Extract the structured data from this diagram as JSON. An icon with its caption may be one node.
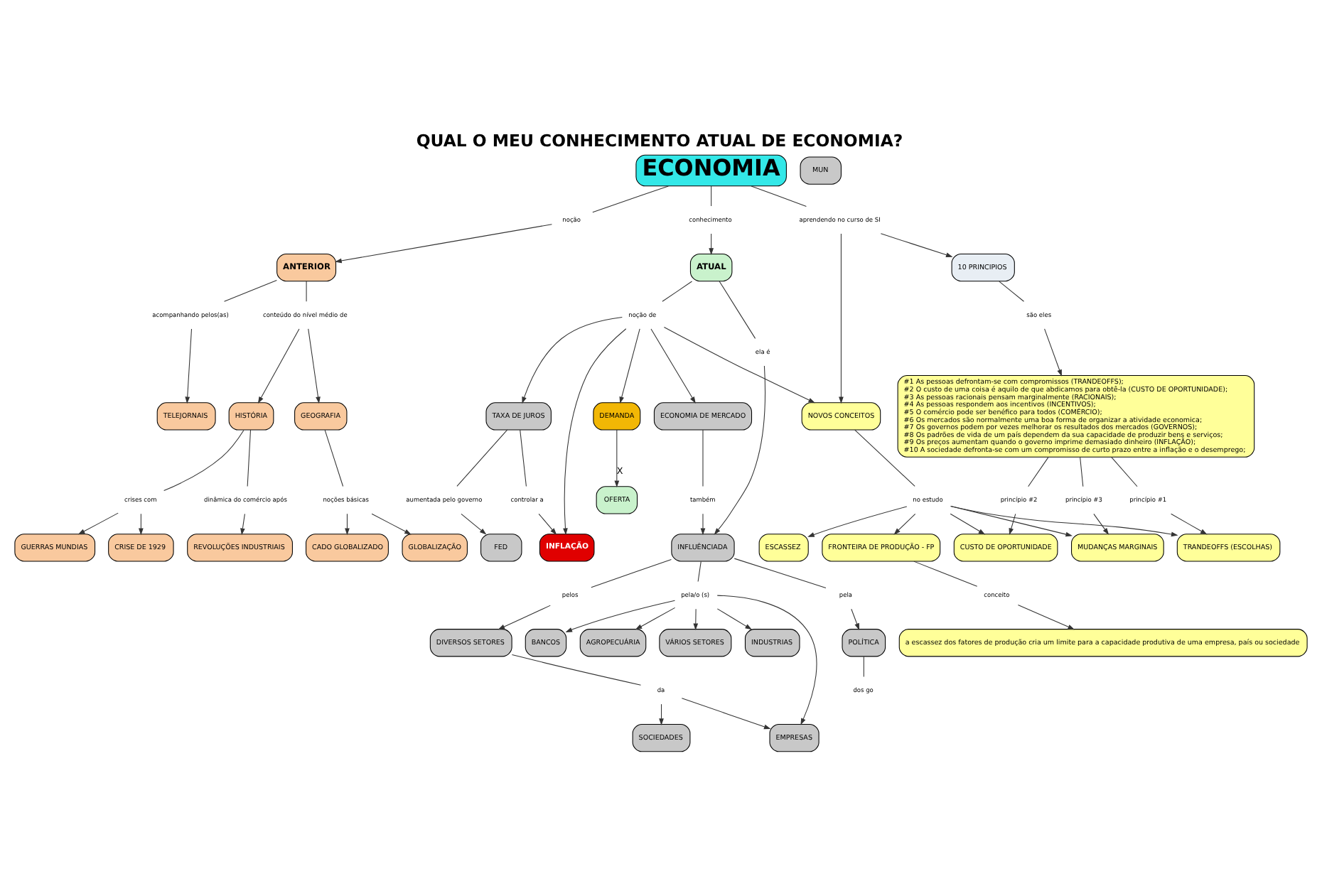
{
  "diagram": {
    "title": "QUAL O MEU CONHECIMENTO ATUAL DE ECONOMIA?",
    "nodes": [
      {
        "text": [
          "ECONOMIA"
        ]
      },
      {
        "text": [
          "noção"
        ]
      },
      {
        "text": [
          "conhecimento"
        ]
      },
      {
        "text": [
          "ANTERIOR"
        ]
      },
      {
        "text": [
          "ATUAL"
        ]
      },
      {
        "text": [
          "acompanhando pelos(as)"
        ]
      },
      {
        "text": [
          "TELEJORNAIS"
        ]
      },
      {
        "text": [
          "conteúdo do nível médio de"
        ]
      },
      {
        "text": [
          "GEOGRAFIA"
        ]
      },
      {
        "text": [
          "noções básicas"
        ]
      },
      {
        "text": [
          "GLOBALIZAÇÃO"
        ]
      },
      {
        "text": [
          "CADO GLOBALIZADO"
        ]
      },
      {
        "text": [
          "HISTÓRIA"
        ]
      },
      {
        "text": [
          "dinâmica do comércio após"
        ]
      },
      {
        "text": [
          "REVOLUÇÕES INDUSTRIAIS"
        ]
      },
      {
        "text": [
          "crises com"
        ]
      },
      {
        "text": [
          "CRISE DE 1929"
        ]
      },
      {
        "text": [
          "GUERRAS MUNDIAS"
        ]
      },
      {
        "text": [
          "aprendendo no curso de SI"
        ]
      },
      {
        "text": [
          "10 PRINCIPIOS"
        ]
      },
      {
        "text": [
          "NOVOS CONCEITOS"
        ]
      },
      {
        "text": [
          "no estudo"
        ]
      },
      {
        "text": [
          "ESCASSEZ"
        ]
      },
      {
        "text": [
          "TRANDEOFFS (ESCOLHAS)"
        ]
      },
      {
        "text": [
          "FRONTEIRA DE PRODUÇÃO - FP"
        ]
      },
      {
        "text": [
          "MUDANÇAS MARGINAIS"
        ]
      },
      {
        "text": [
          "CUSTO DE OPORTUNIDADE"
        ]
      },
      {
        "text": [
          "são eles"
        ]
      },
      {
        "text": [
          "princípio #1"
        ]
      },
      {
        "text": [
          "conceito"
        ]
      },
      {
        "text": [
          "a escassez dos fatores de produção cria um limite para a capacidade produtiva de uma empresa, país ou sociedade"
        ]
      },
      {
        "text": [
          "princípio #2"
        ]
      },
      {
        "text": [
          "princípio #3"
        ]
      },
      {
        "text": [
          "#1 As pessoas defrontam-se com compromissos (TRANDEOFFS);",
          "#2 O custo de uma coisa é aquilo de que abdicamos para obtê-la (CUSTO DE OPORTUNIDADE);",
          "#3 As pessoas racionais pensam marginalmente (RACIONAIS);",
          "#4 As pessoas respondem aos incentivos (INCENTIVOS);",
          "#5 O comércio pode ser benéfico para todos (COMÉRCIO);",
          "#6 Os mercados são normalmente uma boa forma de organizar a atividade economica;",
          "#7 Os governos podem por vezes melhorar os resultados dos mercados (GOVERNOS);",
          "#8 Os padrões de vida de um país dependem da sua capacidade de produzir bens e serviços;",
          "#9 Os preços aumentam quando o governo imprime demasiado dinheiro (INFLAÇÃO);",
          "#10 A sociedade defronta-se com um compromisso de curto prazo entre a inflação e o desemprego;"
        ]
      },
      {
        "text": [
          "noção de"
        ]
      },
      {
        "text": [
          "DEMANDA"
        ]
      },
      {
        "text": [
          "OFERTA"
        ]
      },
      {
        "text": [
          "INFLAÇÃO"
        ]
      },
      {
        "text": [
          "TAXA DE JUROS"
        ]
      },
      {
        "text": [
          "ECONOMIA DE MERCADO"
        ]
      },
      {
        "text": [
          "controlar a"
        ]
      },
      {
        "text": [
          "ela é"
        ]
      },
      {
        "text": [
          "INFLUÊNCIADA"
        ]
      },
      {
        "text": [
          "aumentada pelo governo"
        ]
      },
      {
        "text": [
          "FED"
        ]
      },
      {
        "text": [
          "pela"
        ]
      },
      {
        "text": [
          "POLÍTICA"
        ]
      },
      {
        "text": [
          "dos go"
        ]
      },
      {
        "text": [
          "MUN"
        ]
      },
      {
        "text": [
          "pela/o (s)"
        ]
      },
      {
        "text": [
          "EMPRESAS"
        ]
      },
      {
        "text": [
          "INDUSTRIAS"
        ]
      },
      {
        "text": [
          "BANCOS"
        ]
      },
      {
        "text": [
          "AGROPECUÁRIA"
        ]
      },
      {
        "text": [
          "VÁRIOS SETORES"
        ]
      },
      {
        "text": [
          "pelos"
        ]
      },
      {
        "text": [
          "DIVERSOS SETORES"
        ]
      },
      {
        "text": [
          "da"
        ]
      },
      {
        "text": [
          "SOCIEDADES"
        ]
      },
      {
        "text": [
          "também"
        ]
      }
    ],
    "edges": [
      {
        "from": 0,
        "to": 1,
        "arrow": "none"
      },
      {
        "from": 1,
        "to": 3,
        "arrow": "to"
      },
      {
        "from": 0,
        "to": 2,
        "arrow": "none"
      },
      {
        "from": 2,
        "to": 4,
        "arrow": "to"
      },
      {
        "from": 3,
        "to": 5,
        "arrow": "none"
      },
      {
        "from": 5,
        "to": 6,
        "arrow": "to"
      },
      {
        "from": 3,
        "to": 7,
        "arrow": "none"
      },
      {
        "from": 7,
        "to": 8,
        "arrow": "to"
      },
      {
        "from": 7,
        "to": 12,
        "arrow": "to"
      },
      {
        "from": 8,
        "to": 9,
        "arrow": "none"
      },
      {
        "from": 9,
        "to": 10,
        "arrow": "to"
      },
      {
        "from": 9,
        "to": 11,
        "arrow": "to"
      },
      {
        "from": 12,
        "to": 13,
        "arrow": "none"
      },
      {
        "from": 13,
        "to": 14,
        "arrow": "to"
      },
      {
        "from": 12,
        "to": 15,
        "arrow": "none"
      },
      {
        "from": 15,
        "to": 16,
        "arrow": "to"
      },
      {
        "from": 15,
        "to": 17,
        "arrow": "to"
      },
      {
        "from": 0,
        "to": 18,
        "arrow": "none"
      },
      {
        "from": 18,
        "to": 19,
        "arrow": "to"
      },
      {
        "from": 18,
        "to": 20,
        "arrow": "to"
      },
      {
        "from": 20,
        "to": 21,
        "arrow": "none"
      },
      {
        "from": 21,
        "to": 22,
        "arrow": "to"
      },
      {
        "from": 21,
        "to": 23,
        "arrow": "to"
      },
      {
        "from": 21,
        "to": 24,
        "arrow": "to"
      },
      {
        "from": 21,
        "to": 25,
        "arrow": "to"
      },
      {
        "from": 21,
        "to": 26,
        "arrow": "to"
      },
      {
        "from": 19,
        "to": 27,
        "arrow": "none"
      },
      {
        "from": 27,
        "to": 33,
        "arrow": "to"
      },
      {
        "from": 33,
        "to": 28,
        "arrow": "none"
      },
      {
        "from": 28,
        "to": 23,
        "arrow": "to"
      },
      {
        "from": 24,
        "to": 29,
        "arrow": "none"
      },
      {
        "from": 29,
        "to": 30,
        "arrow": "to"
      },
      {
        "from": 33,
        "to": 31,
        "arrow": "none"
      },
      {
        "from": 31,
        "to": 26,
        "arrow": "to"
      },
      {
        "from": 33,
        "to": 32,
        "arrow": "none"
      },
      {
        "from": 32,
        "to": 25,
        "arrow": "to"
      },
      {
        "from": 4,
        "to": 34,
        "arrow": "none"
      },
      {
        "from": 34,
        "to": 20,
        "arrow": "to"
      },
      {
        "from": 34,
        "to": 35,
        "arrow": "to"
      },
      {
        "from": 34,
        "to": 37,
        "arrow": "to"
      },
      {
        "from": 34,
        "to": 38,
        "arrow": "to"
      },
      {
        "from": 34,
        "to": 39,
        "arrow": "to"
      },
      {
        "from": 35,
        "to": 36,
        "arrow": "to",
        "label": "X"
      },
      {
        "from": 38,
        "to": 40,
        "arrow": "none"
      },
      {
        "from": 40,
        "to": 37,
        "arrow": "to"
      },
      {
        "from": 4,
        "to": 41,
        "arrow": "none"
      },
      {
        "from": 41,
        "to": 42,
        "arrow": "to"
      },
      {
        "from": 38,
        "to": 43,
        "arrow": "none"
      },
      {
        "from": 43,
        "to": 44,
        "arrow": "to"
      },
      {
        "from": 42,
        "to": 45,
        "arrow": "none"
      },
      {
        "from": 45,
        "to": 46,
        "arrow": "to"
      },
      {
        "from": 46,
        "to": 47,
        "arrow": "none"
      },
      {
        "from": 42,
        "to": 49,
        "arrow": "none"
      },
      {
        "from": 49,
        "to": 50,
        "arrow": "to"
      },
      {
        "from": 49,
        "to": 51,
        "arrow": "to"
      },
      {
        "from": 49,
        "to": 52,
        "arrow": "to"
      },
      {
        "from": 49,
        "to": 53,
        "arrow": "to"
      },
      {
        "from": 49,
        "to": 54,
        "arrow": "to"
      },
      {
        "from": 42,
        "to": 55,
        "arrow": "none"
      },
      {
        "from": 55,
        "to": 56,
        "arrow": "to"
      },
      {
        "from": 56,
        "to": 57,
        "arrow": "none"
      },
      {
        "from": 57,
        "to": 58,
        "arrow": "to"
      },
      {
        "from": 57,
        "to": 50,
        "arrow": "to"
      },
      {
        "from": 39,
        "to": 59,
        "arrow": "none"
      },
      {
        "from": 59,
        "to": 42,
        "arrow": "to"
      }
    ]
  }
}
